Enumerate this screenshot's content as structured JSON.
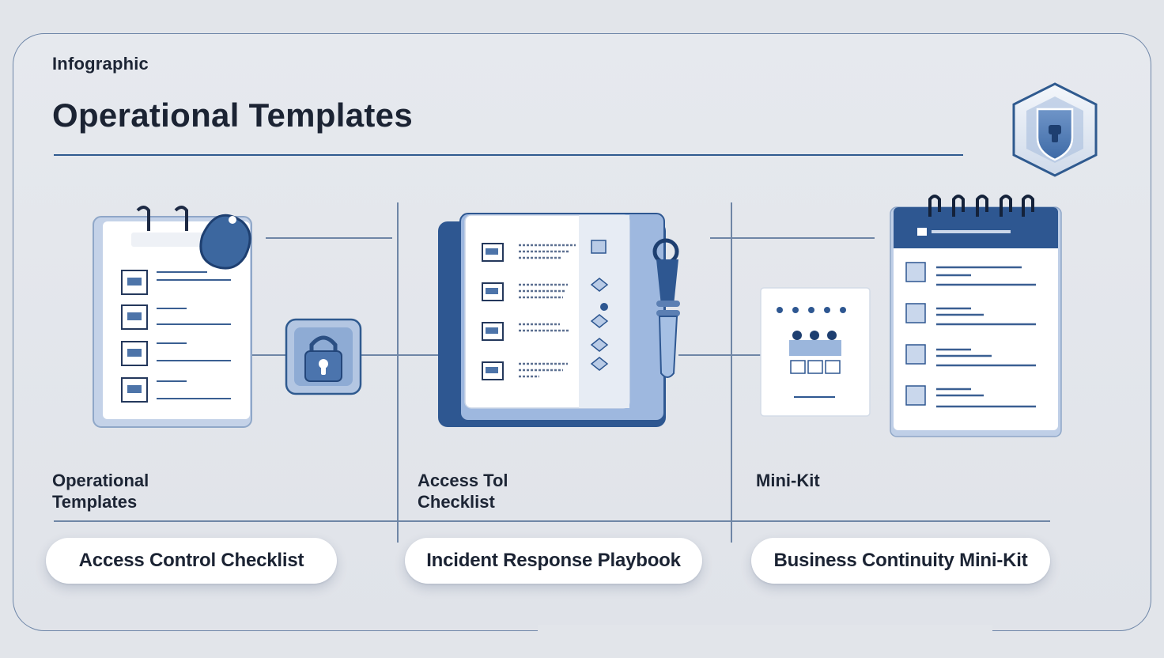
{
  "header": {
    "eyebrow": "Infographic",
    "title": "Operational Templates"
  },
  "columns": [
    {
      "label_line1": "Operational",
      "label_line2": "Templates",
      "pill": "Access Control Checklist"
    },
    {
      "label_line1": "Access Tol",
      "label_line2": "Checklist",
      "pill": "Incident Response Playbook"
    },
    {
      "label_line1": "Mini-Kit",
      "label_line2": "",
      "pill": "Business Continuity Mini-Kit"
    }
  ],
  "icons": {
    "badge": "shield-lock-icon",
    "lock": "padlock-icon",
    "notepad": "spiral-notepad-icon",
    "binder": "binder-playbook-icon",
    "flashlight": "flashlight-icon",
    "minikit": "minikit-card-icon",
    "calendar": "spiral-checklist-icon"
  },
  "colors": {
    "accent": "#2f5a8f",
    "accent_light": "#9fb8dc",
    "background": "#e2e5ea",
    "card": "#ffffff"
  }
}
